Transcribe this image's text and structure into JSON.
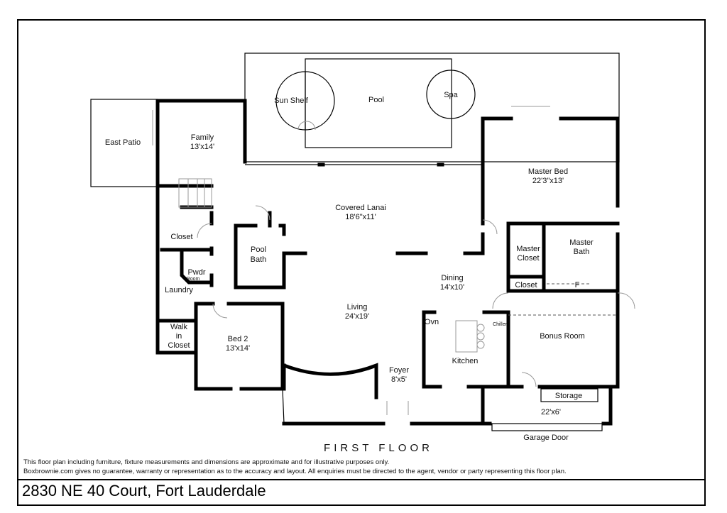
{
  "floor_title": "FIRST FLOOR",
  "rooms": {
    "sun_shelf": "Sun Shelf",
    "pool": "Pool",
    "spa": "Spa",
    "east_patio": "East Patio",
    "family": {
      "name": "Family",
      "size": "13'x14'"
    },
    "master_bed": {
      "name": "Master Bed",
      "size": "22'3\"x13'"
    },
    "covered_lanai": {
      "name": "Covered Lanai",
      "size": "18'6\"x11'"
    },
    "closet_left": "Closet",
    "pool_bath": {
      "line1": "Pool",
      "line2": "Bath"
    },
    "pwdr": {
      "name": "Pwdr",
      "sub": "Room"
    },
    "laundry": "Laundry",
    "walk_in_closet": {
      "line1": "Walk",
      "line2": "in",
      "line3": "Closet"
    },
    "bed2": {
      "name": "Bed 2",
      "size": "13'x14'"
    },
    "living": {
      "name": "Living",
      "size": "24'x19'"
    },
    "dining": {
      "name": "Dining",
      "size": "14'x10'"
    },
    "master_closet": {
      "line1": "Master",
      "line2": "Closet"
    },
    "master_bath": {
      "line1": "Master",
      "line2": "Bath"
    },
    "closet_right": "Closet",
    "fridge": "F",
    "oven": "Ovn",
    "chiller": "Chiller",
    "kitchen": "Kitchen",
    "bonus_room": "Bonus Room",
    "foyer": {
      "name": "Foyer",
      "size": "8'x5'"
    },
    "storage": "Storage",
    "garage": {
      "size": "22'x6'"
    },
    "garage_door": "Garage Door"
  },
  "disclaimer": {
    "line1": "This floor plan including furniture, fixture measurements and dimensions are approximate and for illustrative purposes only.",
    "line2": "Boxbrownie.com gives no guarantee, warranty or representation as to the accuracy and layout. All enquiries must be directed to the agent, vendor or party representing this floor plan."
  },
  "address": "2830 NE 40 Court, Fort Lauderdale"
}
